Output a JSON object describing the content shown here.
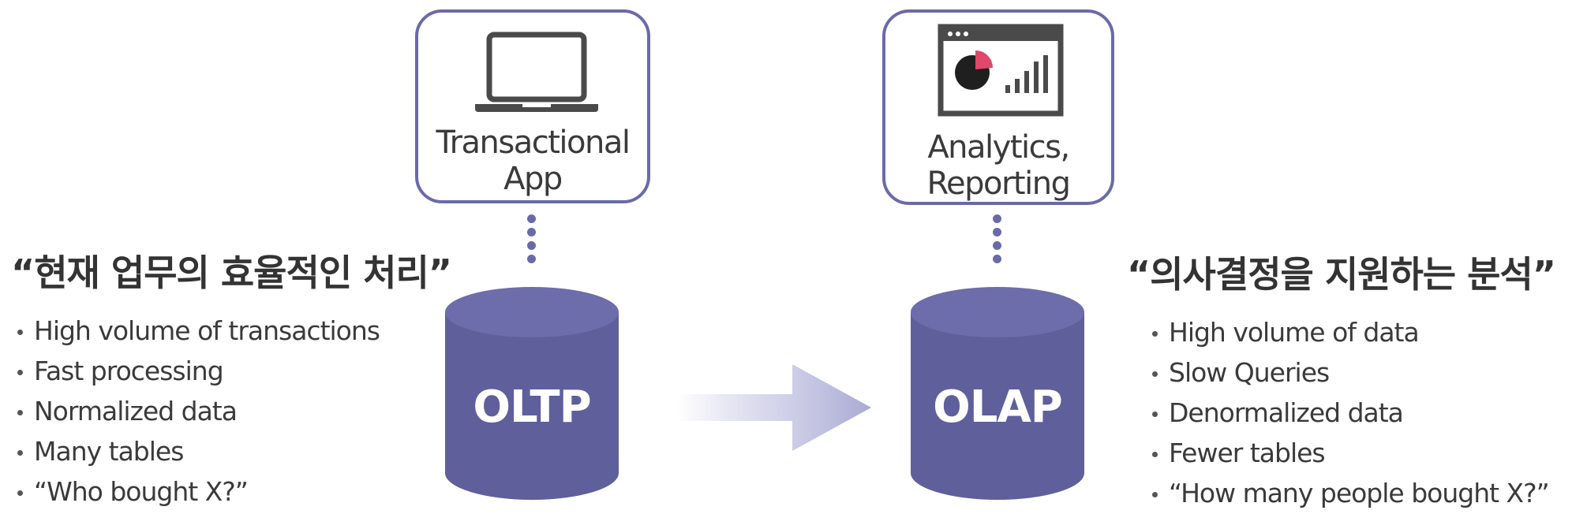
{
  "left": {
    "app_label_line1": "Transactional",
    "app_label_line2": "App",
    "app_icon": "laptop-icon",
    "db_label": "OLTP",
    "heading": "“현재 업무의 효율적인 처리”",
    "bullets": [
      "High volume of transactions",
      "Fast processing",
      "Normalized data",
      "Many tables",
      "“Who bought X?”"
    ]
  },
  "right": {
    "app_label_line1": "Analytics,",
    "app_label_line2": "Reporting",
    "app_icon": "dashboard-chart-icon",
    "db_label": "OLAP",
    "heading": "“의사결정을 지원하는 분석”",
    "bullets": [
      "High volume of data",
      "Slow Queries",
      "Denormalized data",
      "Fewer tables",
      "“How many people bought X?”"
    ]
  },
  "colors": {
    "accent": "#6a6aa8",
    "cylinder_body": "#5f5f9c",
    "cylinder_top": "#7676b4",
    "arrow": "#b9b9dc",
    "pie_highlight": "#e0476a"
  }
}
